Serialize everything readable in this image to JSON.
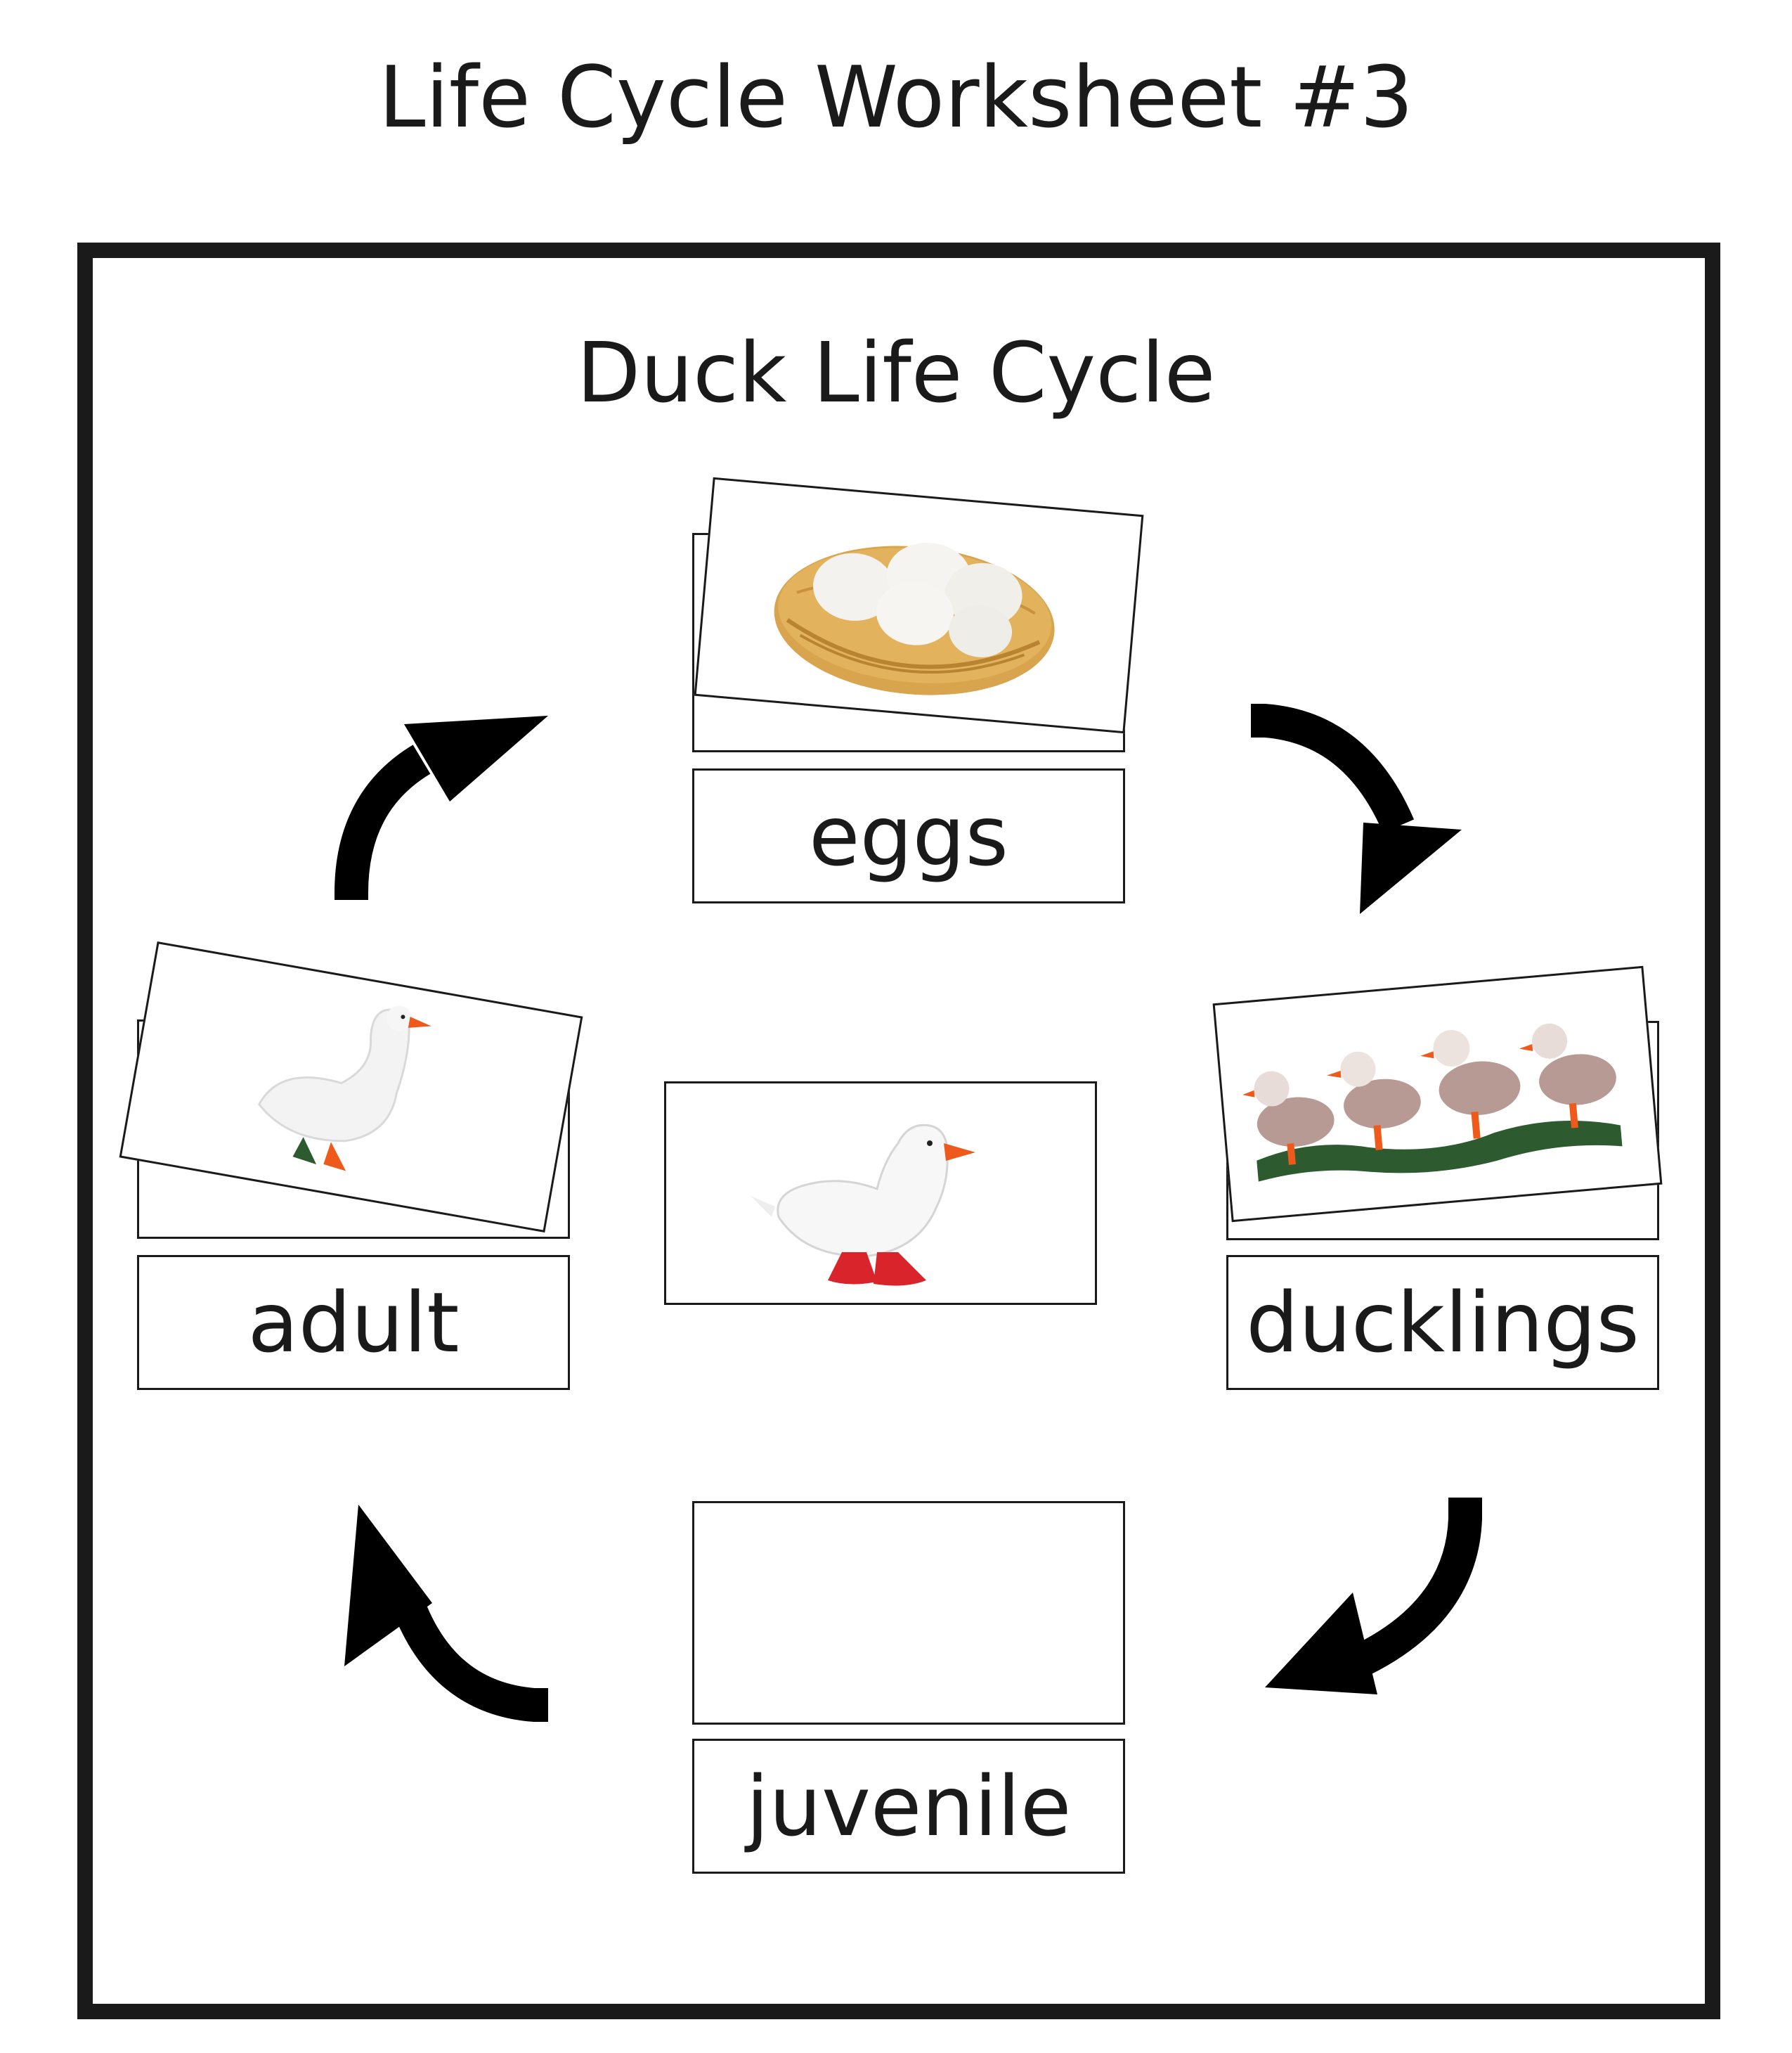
{
  "worksheet": {
    "title": "Life Cycle Worksheet #3",
    "diagram_title": "Duck Life Cycle"
  },
  "stages": [
    {
      "label": "eggs",
      "picture": "eggs-in-nest"
    },
    {
      "label": "ducklings",
      "picture": "ducklings-row"
    },
    {
      "label": "juvenile",
      "picture": ""
    },
    {
      "label": "adult",
      "picture": "white-goose"
    }
  ],
  "center_picture": "white-duck",
  "colors": {
    "ink": "#1a1a1a",
    "nest": "#d9a44e",
    "egg": "#f4f2ee",
    "bill": "#ee5a1c",
    "grass": "#2d5a2e",
    "duck_feet": "#d8242a"
  },
  "icons": [
    "arrow-icon",
    "nest-icon",
    "egg-icon",
    "duckling-icon",
    "goose-icon",
    "duck-icon"
  ]
}
